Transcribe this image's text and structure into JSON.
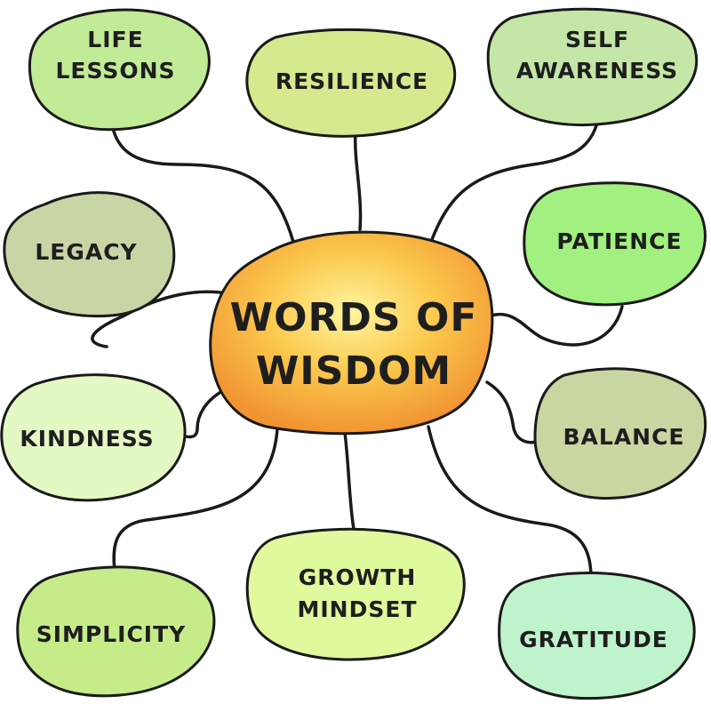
{
  "center": {
    "line1": "WORDS OF",
    "line2": "WISDOM",
    "color_light": "#fef6a0",
    "color_mid": "#fbc84d",
    "color_dark": "#f19532"
  },
  "nodes": {
    "life_lessons": {
      "line1": "LIFE",
      "line2": "LESSONS",
      "color": "#c2eb97"
    },
    "resilience": {
      "line1": "RESILIENCE",
      "color": "#d5ea8e"
    },
    "self_awareness": {
      "line1": "SELF",
      "line2": "AWARENESS",
      "color": "#c4e6a6"
    },
    "legacy": {
      "line1": "LEGACY",
      "color": "#c7d6a4"
    },
    "patience": {
      "line1": "PATIENCE",
      "color": "#a2f080"
    },
    "kindness": {
      "line1": "KINDNESS",
      "color": "#e3f8c3"
    },
    "balance": {
      "line1": "BALANCE",
      "color": "#c8d6a2"
    },
    "simplicity": {
      "line1": "SIMPLICITY",
      "color": "#c6ec8a"
    },
    "growth_mindset": {
      "line1": "GROWTH",
      "line2": "MINDSET",
      "color": "#e0f99c"
    },
    "gratitude": {
      "line1": "GRATITUDE",
      "color": "#bff3cb"
    }
  }
}
